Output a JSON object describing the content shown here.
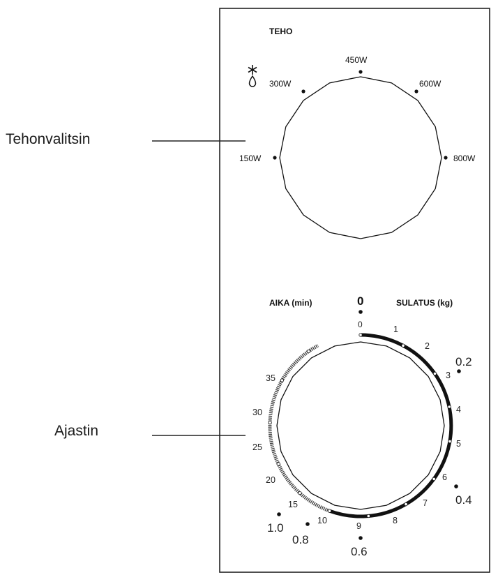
{
  "callouts": {
    "power_selector": "Tehonvalitsin",
    "timer": "Ajastin"
  },
  "power_knob": {
    "title": "TEHO",
    "defrost_icon": "snowflake-drop-icon",
    "settings": [
      "150W",
      "300W",
      "450W",
      "600W",
      "800W"
    ]
  },
  "timer_knob": {
    "time_title": "AIKA (min)",
    "defrost_title": "SULATUS (kg)",
    "top_zero": "0",
    "start_zero": "0",
    "time_marks": [
      "1",
      "2",
      "3",
      "4",
      "5",
      "6",
      "7",
      "8",
      "9",
      "10",
      "15",
      "20",
      "25",
      "30",
      "35"
    ],
    "weight_marks": [
      "0.2",
      "0.4",
      "0.6",
      "0.8",
      "1.0"
    ]
  }
}
